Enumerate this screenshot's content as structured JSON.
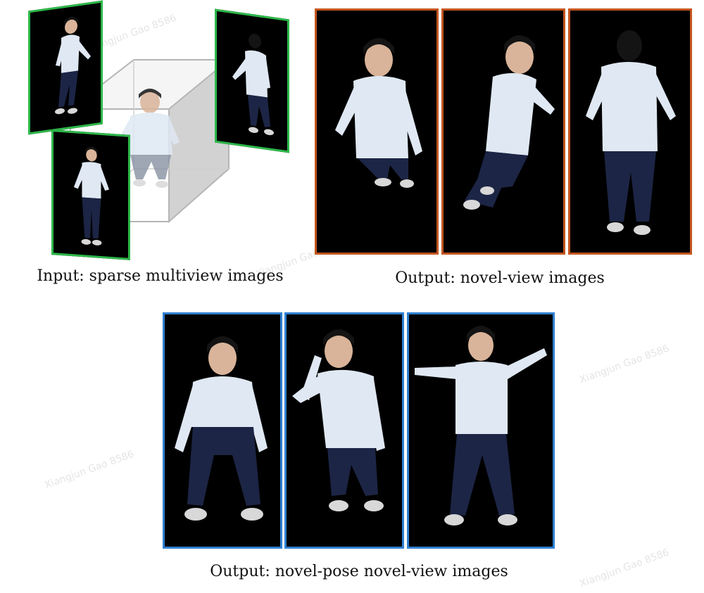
{
  "captions": {
    "input": "Input: sparse multiview images",
    "novel_view": "Output: novel-view images",
    "novel_pose": "Output: novel-pose novel-view images"
  },
  "watermark": "Xiangjun Gao 8586",
  "colors": {
    "input_frame": "#2db84a",
    "novel_view_frame": "#c4551f",
    "novel_pose_frame": "#2f7fd0",
    "shirt": "#dfe8f3",
    "jeans": "#1c2545",
    "hair": "#141414",
    "skin": "#d9b49a",
    "shoes": "#d8d8d8"
  }
}
